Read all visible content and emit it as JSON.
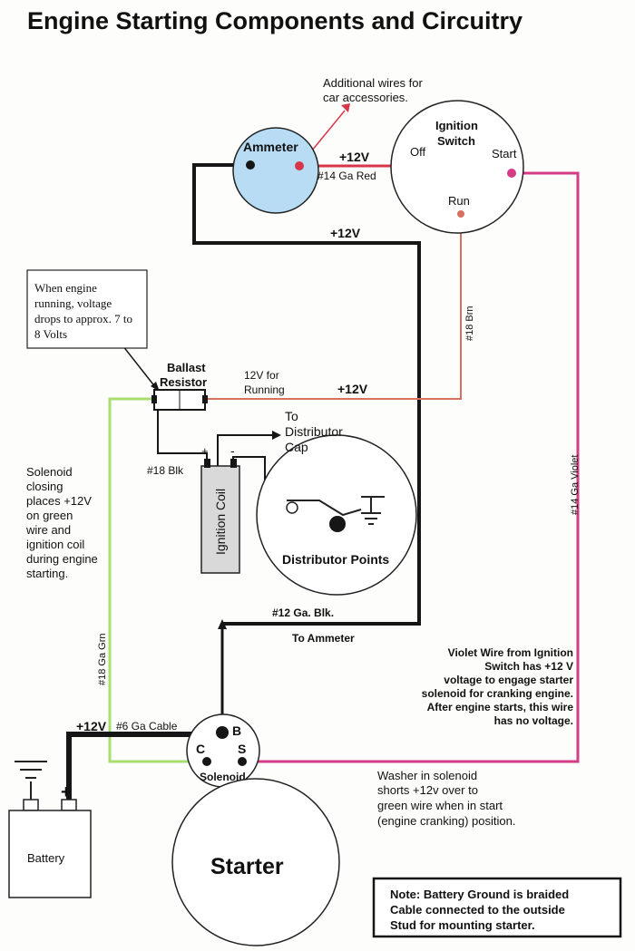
{
  "title": "Engine Starting Components and Circuitry",
  "components": {
    "ammeter": "Ammeter",
    "ignition_switch": [
      "Ignition",
      "Switch"
    ],
    "switch_off": "Off",
    "switch_start": "Start",
    "switch_run": "Run",
    "ballast_resistor": [
      "Ballast",
      "Resistor"
    ],
    "ignition_coil": "Ignition Coil",
    "coil_plus": "+",
    "coil_minus": "-",
    "distributor_points": "Distributor Points",
    "distributor_cap": [
      "To",
      "Distributor",
      "Cap"
    ],
    "solenoid": "Solenoid",
    "terminal_b": "B",
    "terminal_c": "C",
    "terminal_s": "S",
    "battery": "Battery",
    "battery_plus": "+",
    "starter": "Starter"
  },
  "wire_labels": {
    "accessories": [
      "Additional wires for",
      "car accessories."
    ],
    "ammeter_to_switch_v": "+12V",
    "ammeter_to_switch_ga": "#14 Ga Red",
    "main_feed_v": "+12V",
    "run_ga": "#18 Brn",
    "running_note": [
      "12V for",
      "Running"
    ],
    "running_v": "+12V",
    "coil_feed_ga": "#18 Blk",
    "start_ga": "#14 Ga Violet",
    "main_ga": "#12 Ga. Blk.",
    "to_ammeter": "To Ammeter",
    "green_ga": "#18 Ga Grn",
    "battery_v": "+12V",
    "battery_ga": "#6 Ga Cable"
  },
  "notes": {
    "voltage_drop": [
      "When engine",
      "running, voltage",
      "drops to approx. 7 to",
      "8 Volts"
    ],
    "solenoid_closing": [
      "Solenoid",
      "closing",
      "places +12V",
      "on green",
      "wire and",
      "ignition coil",
      "during engine",
      "starting."
    ],
    "violet_wire": [
      "Violet Wire from Ignition",
      "Switch has +12 V",
      "voltage to engage starter",
      "solenoid for cranking engine.",
      "After engine starts, this wire",
      "has no voltage."
    ],
    "washer": [
      "Washer in solenoid",
      "shorts +12v over to",
      "green wire when in start",
      "(engine cranking) position."
    ],
    "ground": [
      "Note: Battery Ground is braided",
      "Cable connected to the outside",
      "Stud for mounting starter."
    ]
  },
  "colors": {
    "red": "#d7364a",
    "brown": "#d8705f",
    "violet": "#d43c86",
    "green": "#a8dd70",
    "black": "#161616",
    "ammeter_fill": "#b7dcf4",
    "coil_fill": "#d9d9d9"
  }
}
